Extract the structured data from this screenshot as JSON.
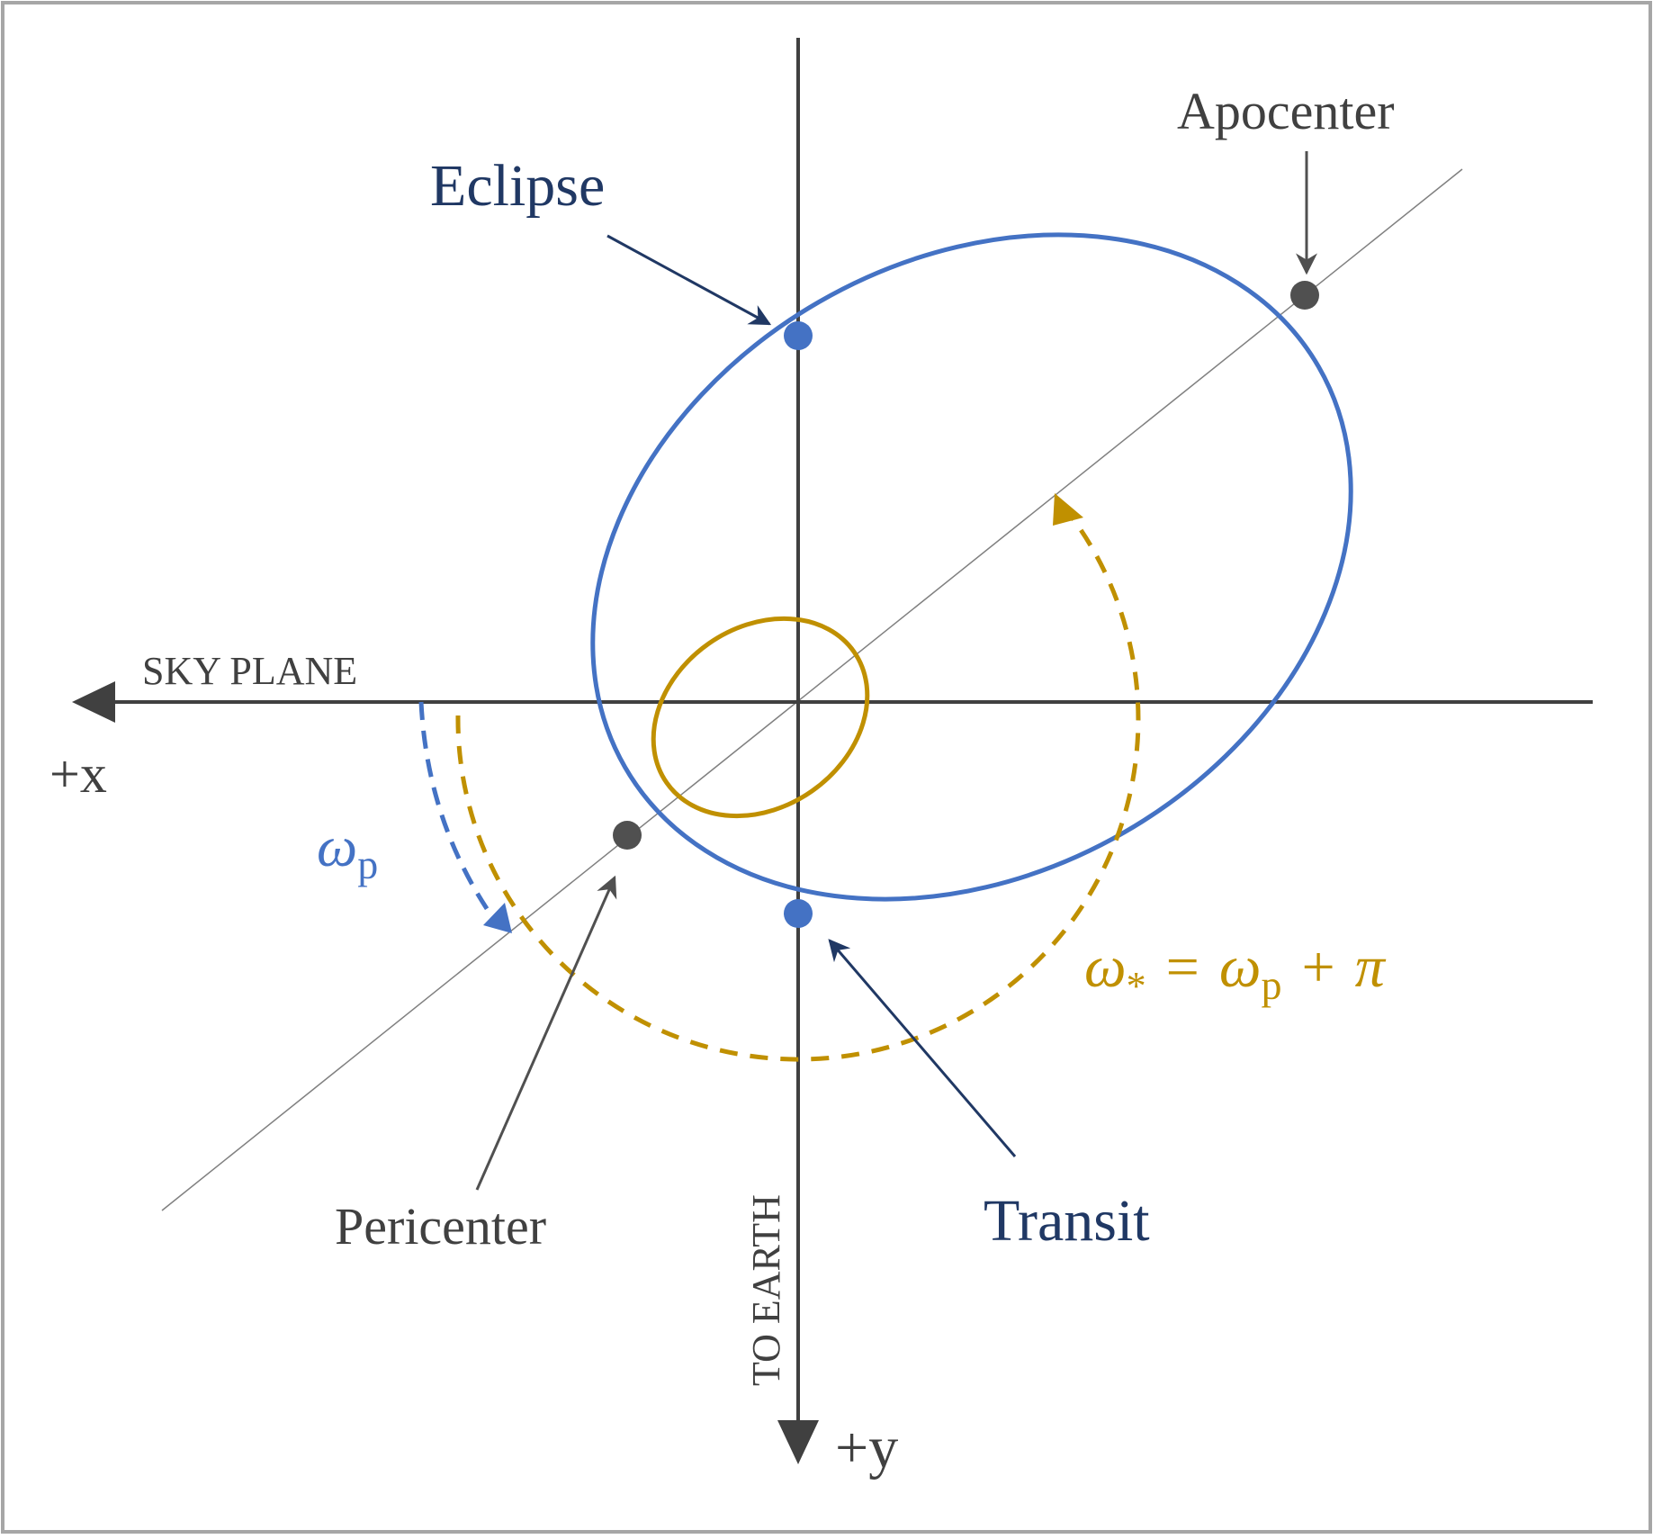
{
  "labels": {
    "eclipse": "Eclipse",
    "apocenter": "Apocenter",
    "pericenter": "Pericenter",
    "transit": "Transit",
    "sky_plane": "SKY PLANE",
    "plus_x": "+x",
    "plus_y": "+y",
    "to_earth": "TO EARTH"
  },
  "math": {
    "omega_symbol": "ω",
    "p_subscript": "p",
    "star_subscript": "*",
    "equals": "=",
    "plus": "+",
    "pi": "π"
  },
  "colors": {
    "planet_orbit": "#4472c4",
    "star_orbit": "#c09000",
    "axis": "#404040",
    "label_dark_blue": "#203864",
    "line_of_apsides": "#808080",
    "frame_border": "#a6a6a6",
    "pericenter_dot": "#505050"
  }
}
